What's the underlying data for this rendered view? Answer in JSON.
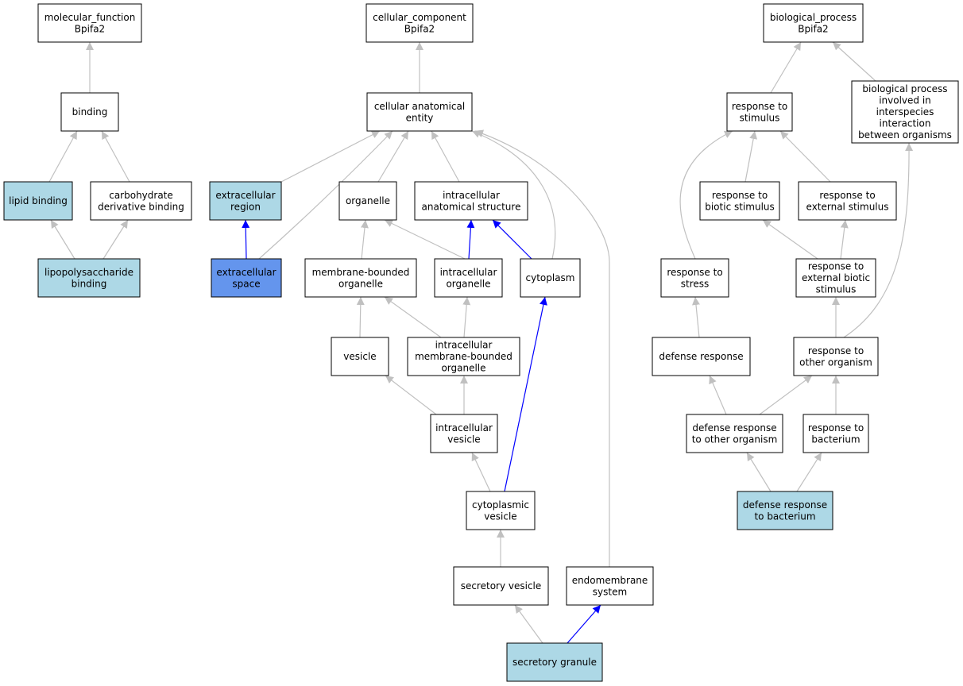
{
  "colors": {
    "default_fill": "#ffffff",
    "light_blue": "#add8e6",
    "cornflower_blue": "#6495ed",
    "edge_grey": "#c0c0c0",
    "edge_blue": "#0000ff"
  },
  "nodes": [
    {
      "id": "mf",
      "lines": [
        "molecular_function",
        "Bpifa2"
      ],
      "fill": "default"
    },
    {
      "id": "binding",
      "lines": [
        "binding"
      ],
      "fill": "default"
    },
    {
      "id": "lipid_binding",
      "lines": [
        "lipid binding"
      ],
      "fill": "light_blue"
    },
    {
      "id": "carb_binding",
      "lines": [
        "carbohydrate",
        "derivative binding"
      ],
      "fill": "default"
    },
    {
      "id": "lps_binding",
      "lines": [
        "lipopolysaccharide",
        "binding"
      ],
      "fill": "light_blue"
    },
    {
      "id": "cc",
      "lines": [
        "cellular_component",
        "Bpifa2"
      ],
      "fill": "default"
    },
    {
      "id": "cae",
      "lines": [
        "cellular anatomical",
        "entity"
      ],
      "fill": "default"
    },
    {
      "id": "ecr",
      "lines": [
        "extracellular",
        "region"
      ],
      "fill": "light_blue"
    },
    {
      "id": "ecs",
      "lines": [
        "extracellular",
        "space"
      ],
      "fill": "cornflower_blue"
    },
    {
      "id": "organelle",
      "lines": [
        "organelle"
      ],
      "fill": "default"
    },
    {
      "id": "ias",
      "lines": [
        "intracellular",
        "anatomical structure"
      ],
      "fill": "default"
    },
    {
      "id": "mbo",
      "lines": [
        "membrane-bounded",
        "organelle"
      ],
      "fill": "default"
    },
    {
      "id": "io",
      "lines": [
        "intracellular",
        "organelle"
      ],
      "fill": "default"
    },
    {
      "id": "cytoplasm",
      "lines": [
        "cytoplasm"
      ],
      "fill": "default"
    },
    {
      "id": "vesicle",
      "lines": [
        "vesicle"
      ],
      "fill": "default"
    },
    {
      "id": "imbo",
      "lines": [
        "intracellular",
        "membrane-bounded",
        "organelle"
      ],
      "fill": "default"
    },
    {
      "id": "iv",
      "lines": [
        "intracellular",
        "vesicle"
      ],
      "fill": "default"
    },
    {
      "id": "cv",
      "lines": [
        "cytoplasmic",
        "vesicle"
      ],
      "fill": "default"
    },
    {
      "id": "sv",
      "lines": [
        "secretory vesicle"
      ],
      "fill": "default"
    },
    {
      "id": "es",
      "lines": [
        "endomembrane",
        "system"
      ],
      "fill": "default"
    },
    {
      "id": "sg",
      "lines": [
        "secretory granule"
      ],
      "fill": "light_blue"
    },
    {
      "id": "bp",
      "lines": [
        "biological_process",
        "Bpifa2"
      ],
      "fill": "default"
    },
    {
      "id": "rts",
      "lines": [
        "response to",
        "stimulus"
      ],
      "fill": "default"
    },
    {
      "id": "bpii",
      "lines": [
        "biological process",
        "involved in",
        "interspecies",
        "interaction",
        "between organisms"
      ],
      "fill": "default"
    },
    {
      "id": "rtbs",
      "lines": [
        "response to",
        "biotic stimulus"
      ],
      "fill": "default"
    },
    {
      "id": "rtes",
      "lines": [
        "response to",
        "external stimulus"
      ],
      "fill": "default"
    },
    {
      "id": "rtst",
      "lines": [
        "response to",
        "stress"
      ],
      "fill": "default"
    },
    {
      "id": "rtebs",
      "lines": [
        "response to",
        "external biotic",
        "stimulus"
      ],
      "fill": "default"
    },
    {
      "id": "dr",
      "lines": [
        "defense response"
      ],
      "fill": "default"
    },
    {
      "id": "rtoo",
      "lines": [
        "response to",
        "other organism"
      ],
      "fill": "default"
    },
    {
      "id": "drtoo",
      "lines": [
        "defense response",
        "to other organism"
      ],
      "fill": "default"
    },
    {
      "id": "rtb",
      "lines": [
        "response to",
        "bacterium"
      ],
      "fill": "default"
    },
    {
      "id": "drtb",
      "lines": [
        "defense response",
        "to bacterium"
      ],
      "fill": "light_blue"
    }
  ],
  "edges": [
    {
      "from": "binding",
      "to": "mf",
      "color": "grey"
    },
    {
      "from": "lipid_binding",
      "to": "binding",
      "color": "grey"
    },
    {
      "from": "carb_binding",
      "to": "binding",
      "color": "grey"
    },
    {
      "from": "lps_binding",
      "to": "lipid_binding",
      "color": "grey"
    },
    {
      "from": "lps_binding",
      "to": "carb_binding",
      "color": "grey"
    },
    {
      "from": "cae",
      "to": "cc",
      "color": "grey"
    },
    {
      "from": "ecr",
      "to": "cae",
      "color": "grey"
    },
    {
      "from": "ecs",
      "to": "cae",
      "color": "grey"
    },
    {
      "from": "organelle",
      "to": "cae",
      "color": "grey"
    },
    {
      "from": "ias",
      "to": "cae",
      "color": "grey"
    },
    {
      "from": "cytoplasm",
      "to": "cae",
      "color": "grey"
    },
    {
      "from": "es",
      "to": "cae",
      "color": "grey"
    },
    {
      "from": "ecs",
      "to": "ecr",
      "color": "blue"
    },
    {
      "from": "mbo",
      "to": "organelle",
      "color": "grey"
    },
    {
      "from": "io",
      "to": "organelle",
      "color": "grey"
    },
    {
      "from": "io",
      "to": "ias",
      "color": "blue"
    },
    {
      "from": "cytoplasm",
      "to": "ias",
      "color": "blue"
    },
    {
      "from": "vesicle",
      "to": "mbo",
      "color": "grey"
    },
    {
      "from": "imbo",
      "to": "mbo",
      "color": "grey"
    },
    {
      "from": "imbo",
      "to": "io",
      "color": "grey"
    },
    {
      "from": "iv",
      "to": "vesicle",
      "color": "grey"
    },
    {
      "from": "iv",
      "to": "imbo",
      "color": "grey"
    },
    {
      "from": "cv",
      "to": "iv",
      "color": "grey"
    },
    {
      "from": "cv",
      "to": "cytoplasm",
      "color": "blue"
    },
    {
      "from": "sv",
      "to": "cv",
      "color": "grey"
    },
    {
      "from": "sg",
      "to": "sv",
      "color": "grey"
    },
    {
      "from": "sg",
      "to": "es",
      "color": "blue"
    },
    {
      "from": "rts",
      "to": "bp",
      "color": "grey"
    },
    {
      "from": "bpii",
      "to": "bp",
      "color": "grey"
    },
    {
      "from": "rtbs",
      "to": "rts",
      "color": "grey"
    },
    {
      "from": "rtes",
      "to": "rts",
      "color": "grey"
    },
    {
      "from": "rtst",
      "to": "rts",
      "color": "grey"
    },
    {
      "from": "rtebs",
      "to": "rtbs",
      "color": "grey"
    },
    {
      "from": "rtebs",
      "to": "rtes",
      "color": "grey"
    },
    {
      "from": "dr",
      "to": "rtst",
      "color": "grey"
    },
    {
      "from": "rtoo",
      "to": "rtebs",
      "color": "grey"
    },
    {
      "from": "rtoo",
      "to": "bpii",
      "color": "grey"
    },
    {
      "from": "drtoo",
      "to": "dr",
      "color": "grey"
    },
    {
      "from": "drtoo",
      "to": "rtoo",
      "color": "grey"
    },
    {
      "from": "rtb",
      "to": "rtoo",
      "color": "grey"
    },
    {
      "from": "drtb",
      "to": "drtoo",
      "color": "grey"
    },
    {
      "from": "drtb",
      "to": "rtb",
      "color": "grey"
    }
  ]
}
